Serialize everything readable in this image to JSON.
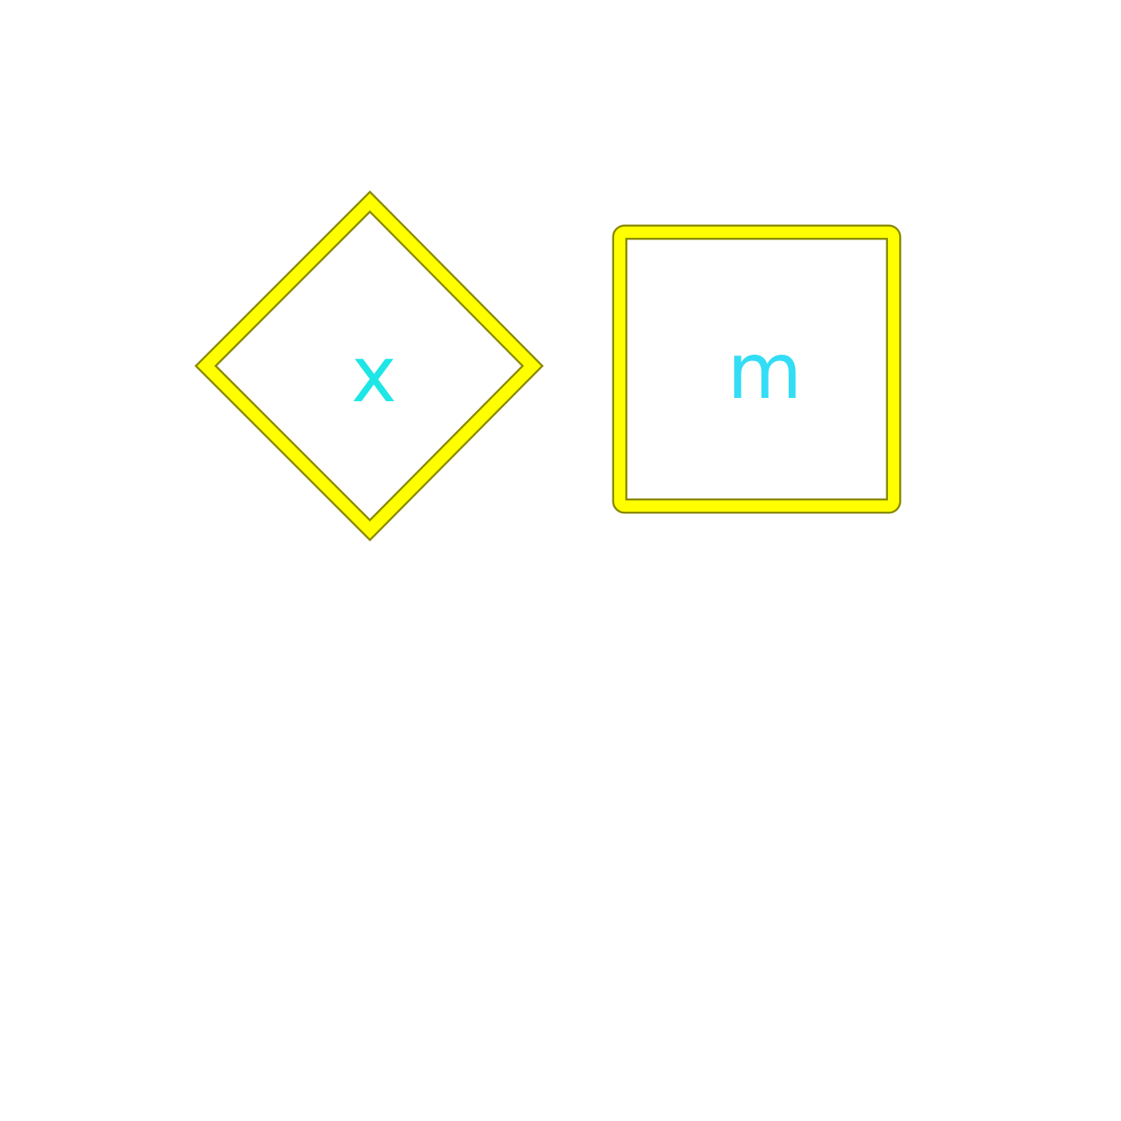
{
  "shapes": [
    {
      "kind": "diamond",
      "label": "x",
      "stroke": "#ffff00",
      "outline": "#8a8a00",
      "text_color": "#1ee6e6"
    },
    {
      "kind": "square",
      "label": "m",
      "stroke": "#ffff00",
      "outline": "#8a8a00",
      "text_color": "#33ddf5"
    }
  ]
}
